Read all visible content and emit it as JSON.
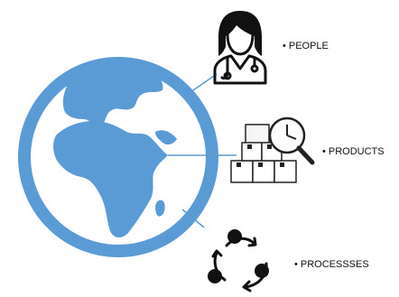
{
  "colors": {
    "globe": "#5b9bd5",
    "icon_stroke": "#111111",
    "connector": "#5b9bd5",
    "background": "#ffffff"
  },
  "items": [
    {
      "bullet": "•",
      "label": "PEOPLE",
      "icon": "doctor-icon"
    },
    {
      "bullet": "•",
      "label": "PRODUCTS",
      "icon": "boxes-clock-icon"
    },
    {
      "bullet": "•",
      "label": "PROCESSSES",
      "icon": "cycle-process-icon"
    }
  ],
  "globe": {
    "icon": "globe-icon"
  }
}
